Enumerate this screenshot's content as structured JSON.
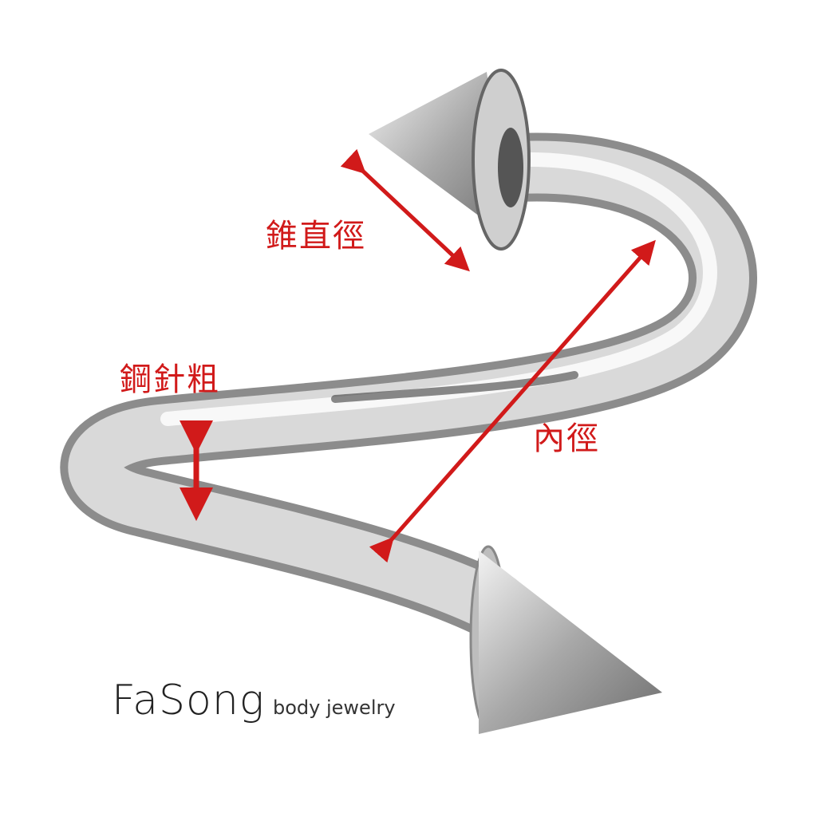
{
  "product": {
    "description": "Spiral twist piercing with spike cone ends",
    "material_color": "#c8c8c8"
  },
  "annotations": {
    "cone_diameter": {
      "label": "錐直徑",
      "color": "#d11a1a"
    },
    "gauge": {
      "label": "鋼針粗",
      "color": "#d11a1a"
    },
    "inner_diameter": {
      "label": "內徑",
      "color": "#d11a1a"
    }
  },
  "brand": {
    "name": "FaSong",
    "tagline": "body jewelry"
  }
}
